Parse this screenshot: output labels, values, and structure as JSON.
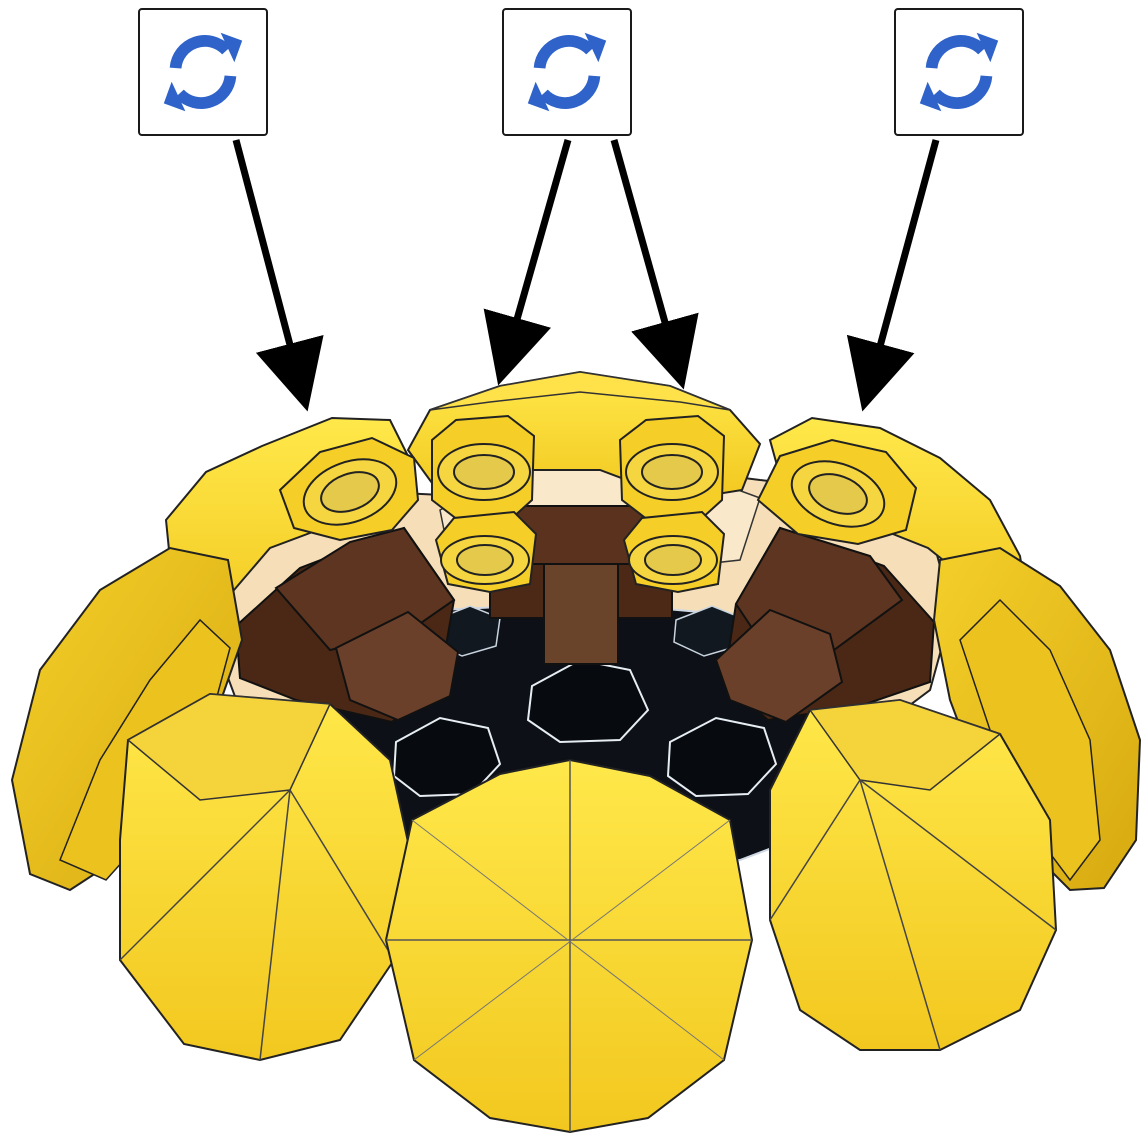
{
  "instruction": {
    "step_icon": "rotate-icon",
    "callouts": [
      {
        "icon": "rotate-icon",
        "target": "left-flower-petal"
      },
      {
        "icon": "rotate-icon",
        "target": "center-flower-petal"
      },
      {
        "icon": "rotate-icon",
        "target": "right-flower-petal"
      }
    ]
  },
  "colors": {
    "icon_blue": "#2f63c9",
    "petal_yellow": "#f6d12f",
    "petal_yellow_light": "#ffe84a",
    "stem_brown": "#5a321d",
    "tan": "#f4dcb3",
    "hub_black": "#0d1117",
    "arrow": "#000000"
  }
}
